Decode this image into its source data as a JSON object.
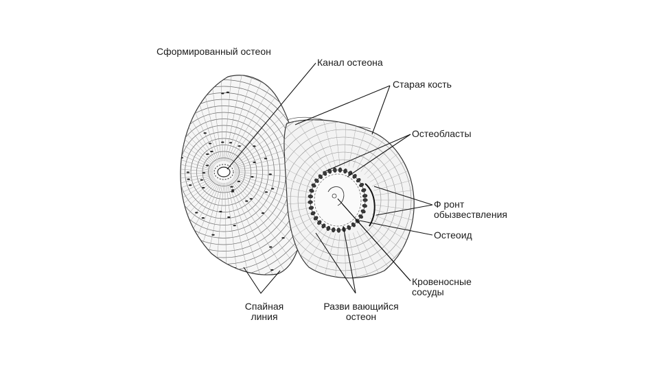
{
  "labels": {
    "formed_osteon": "Сформированный остеон",
    "osteon_canal": "Канал остеона",
    "old_bone": "Старая кость",
    "osteoblasts": "Остеобласты",
    "mineralization_front": [
      "Ф ронт",
      "обызвествления"
    ],
    "osteoid": "Остеоид",
    "blood_vessels": [
      "Кровеносные",
      "сосуды"
    ],
    "cement_line": [
      "Спайная",
      "линия"
    ],
    "developing_osteon": [
      "Разви вающийся",
      "остеон"
    ]
  },
  "colors": {
    "ink": "#1a1a1a",
    "background": "#ffffff"
  }
}
